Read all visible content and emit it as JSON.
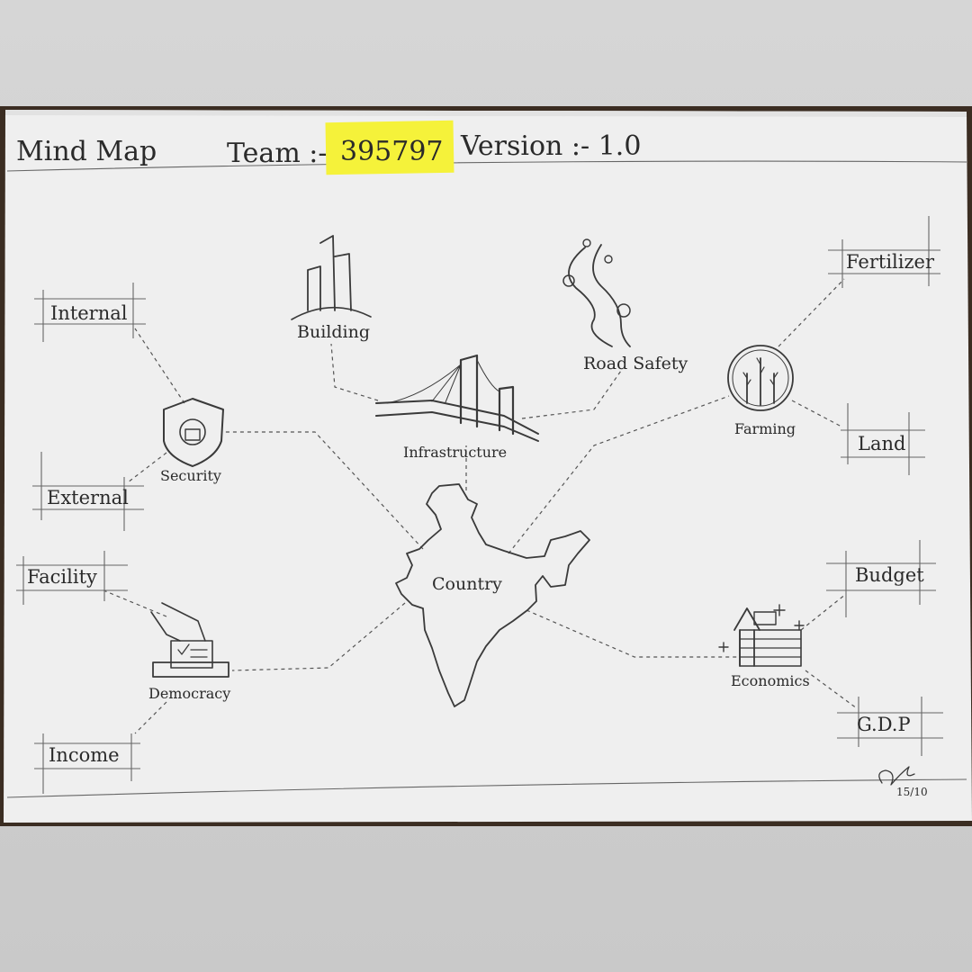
{
  "header": {
    "title": "Mind Map",
    "team_label": "Team :-",
    "team_number": "395797",
    "version_label": "Version :- 1.0"
  },
  "center": {
    "label": "Country"
  },
  "nodes": {
    "infrastructure": "Infrastructure",
    "building": "Building",
    "road_safety": "Road Safety",
    "security": "Security",
    "internal": "Internal",
    "external": "External",
    "democracy": "Democracy",
    "facility": "Facility",
    "income": "Income",
    "farming": "Farming",
    "fertilizer": "Fertilizer",
    "land": "Land",
    "economics": "Economics",
    "budget": "Budget",
    "gdp": "G.D.P"
  },
  "signature": {
    "date": "15/10"
  },
  "colors": {
    "paper": "#f1f1f1",
    "sticky_note": "#f5f23a",
    "ink": "#2a2a2a",
    "backdrop": "#d0d0d0"
  }
}
